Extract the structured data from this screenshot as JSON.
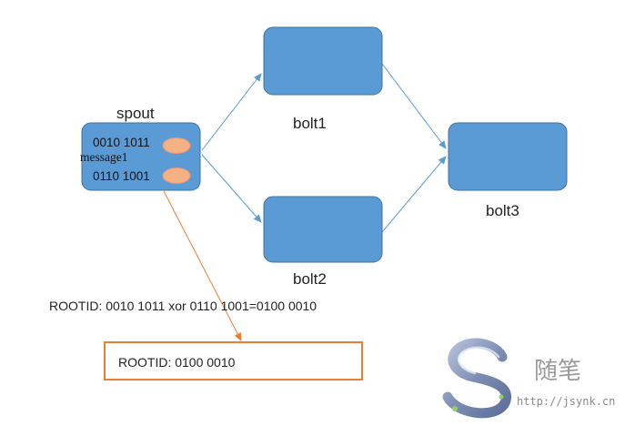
{
  "diagram": {
    "nodes": {
      "spout": {
        "label": "spout",
        "line1": "0010 1011",
        "line2": "0110 1001",
        "message": "message1"
      },
      "bolt1": {
        "label": "bolt1"
      },
      "bolt2": {
        "label": "bolt2"
      },
      "bolt3": {
        "label": "bolt3"
      }
    },
    "edges": [
      {
        "from": "spout",
        "to": "bolt1"
      },
      {
        "from": "spout",
        "to": "bolt2"
      },
      {
        "from": "bolt1",
        "to": "bolt3"
      },
      {
        "from": "bolt2",
        "to": "bolt3"
      },
      {
        "from": "spout",
        "to": "rootid-box"
      }
    ],
    "annotation": "ROOTID: 0010 1011 xor 0110 1001=0100 0010",
    "rootid_box": "ROOTID: 0100 0010"
  },
  "watermark": {
    "text": "随笔",
    "url": "http://jsynk.cn"
  },
  "colors": {
    "node_fill": "#5b9bd5",
    "node_stroke": "#41719c",
    "edge": "#5b9bd5",
    "ellipse": "#f4b183",
    "orange": "#ed7d31"
  }
}
